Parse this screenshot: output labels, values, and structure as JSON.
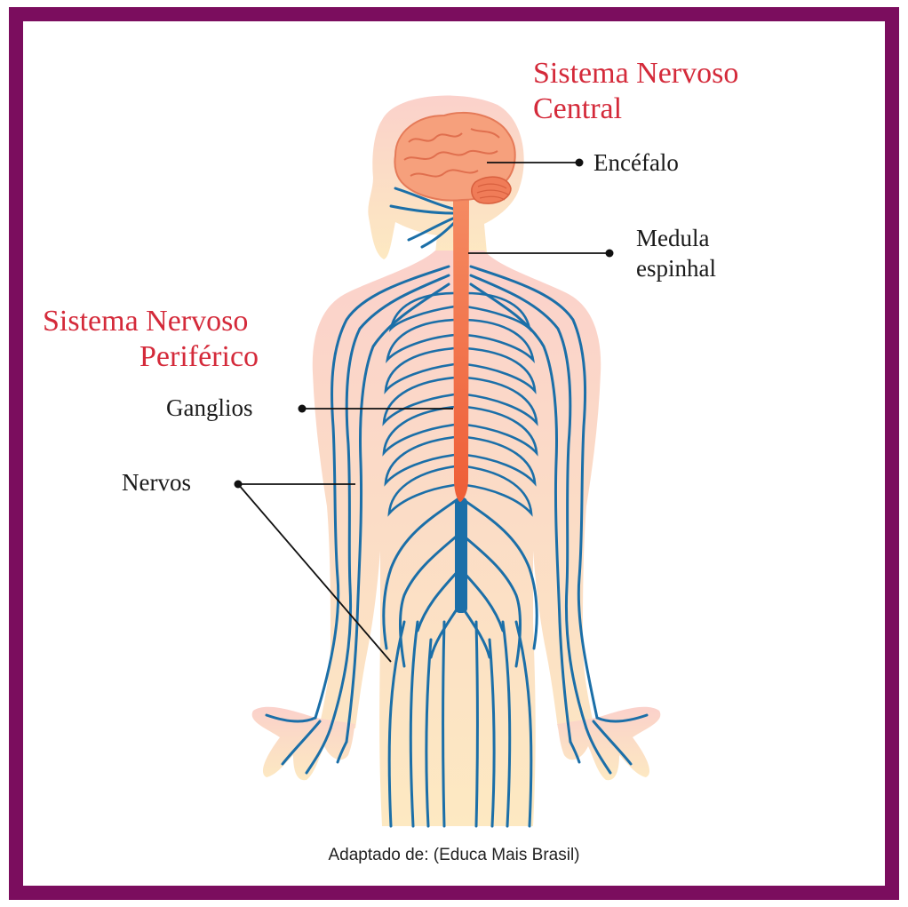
{
  "central_system": {
    "line1": "Sistema Nervoso",
    "line2": "Central"
  },
  "peripheral_system": {
    "line1": "Sistema Nervoso",
    "line2": "Periférico"
  },
  "labels": {
    "encefalo": "Encéfalo",
    "medula_line1": "Medula",
    "medula_line2": "espinhal",
    "ganglios": "Ganglios",
    "nervos": "Nervos"
  },
  "caption": "Adaptado de: (Educa Mais Brasil)",
  "colors": {
    "frame": "#7b0d5e",
    "title_red": "#d42a3a",
    "nerve_blue": "#1b6fa8",
    "spinal_orange": "#f06a3e",
    "skin_light": "#fde6c4",
    "skin_pink": "#fbd3c9",
    "brain": "#f6a07c"
  }
}
